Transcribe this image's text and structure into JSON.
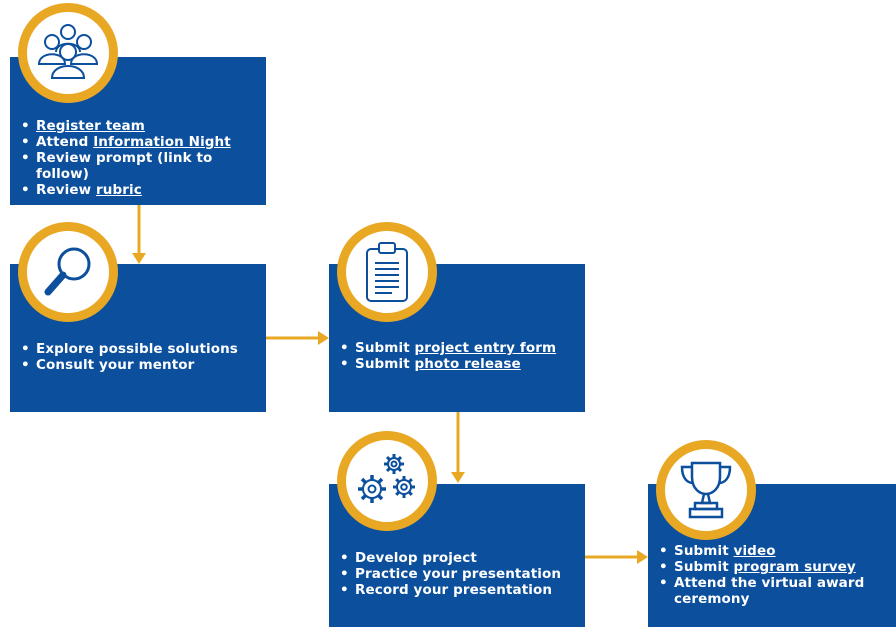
{
  "steps": [
    {
      "icon": "team-icon",
      "items": [
        {
          "parts": [
            {
              "text": "Register team",
              "link": true
            }
          ]
        },
        {
          "parts": [
            {
              "text": "Attend ",
              "link": false
            },
            {
              "text": "Information Night",
              "link": true
            }
          ]
        },
        {
          "parts": [
            {
              "text": "Review prompt (link to follow)",
              "link": false
            }
          ]
        },
        {
          "parts": [
            {
              "text": "Review ",
              "link": false
            },
            {
              "text": "rubric",
              "link": true
            }
          ]
        }
      ]
    },
    {
      "icon": "magnifying-glass-icon",
      "items": [
        {
          "parts": [
            {
              "text": "Explore possible solutions",
              "link": false
            }
          ]
        },
        {
          "parts": [
            {
              "text": "Consult your mentor",
              "link": false
            }
          ]
        }
      ]
    },
    {
      "icon": "clipboard-icon",
      "items": [
        {
          "parts": [
            {
              "text": "Submit ",
              "link": false
            },
            {
              "text": "project entry form",
              "link": true
            }
          ]
        },
        {
          "parts": [
            {
              "text": "Submit ",
              "link": false
            },
            {
              "text": "photo release",
              "link": true
            }
          ]
        }
      ]
    },
    {
      "icon": "gears-icon",
      "items": [
        {
          "parts": [
            {
              "text": "Develop project",
              "link": false
            }
          ]
        },
        {
          "parts": [
            {
              "text": "Practice your presentation",
              "link": false
            }
          ]
        },
        {
          "parts": [
            {
              "text": "Record your presentation",
              "link": false
            }
          ]
        }
      ]
    },
    {
      "icon": "trophy-icon",
      "items": [
        {
          "parts": [
            {
              "text": "Submit ",
              "link": false
            },
            {
              "text": "video",
              "link": true
            }
          ]
        },
        {
          "parts": [
            {
              "text": "Submit ",
              "link": false
            },
            {
              "text": "program survey",
              "link": true
            }
          ]
        },
        {
          "parts": [
            {
              "text": "Attend the virtual award ceremony",
              "link": false
            }
          ]
        }
      ]
    }
  ],
  "colors": {
    "box": "#0c4f9d",
    "accent": "#e9a824",
    "icon": "#0c4f9d"
  }
}
